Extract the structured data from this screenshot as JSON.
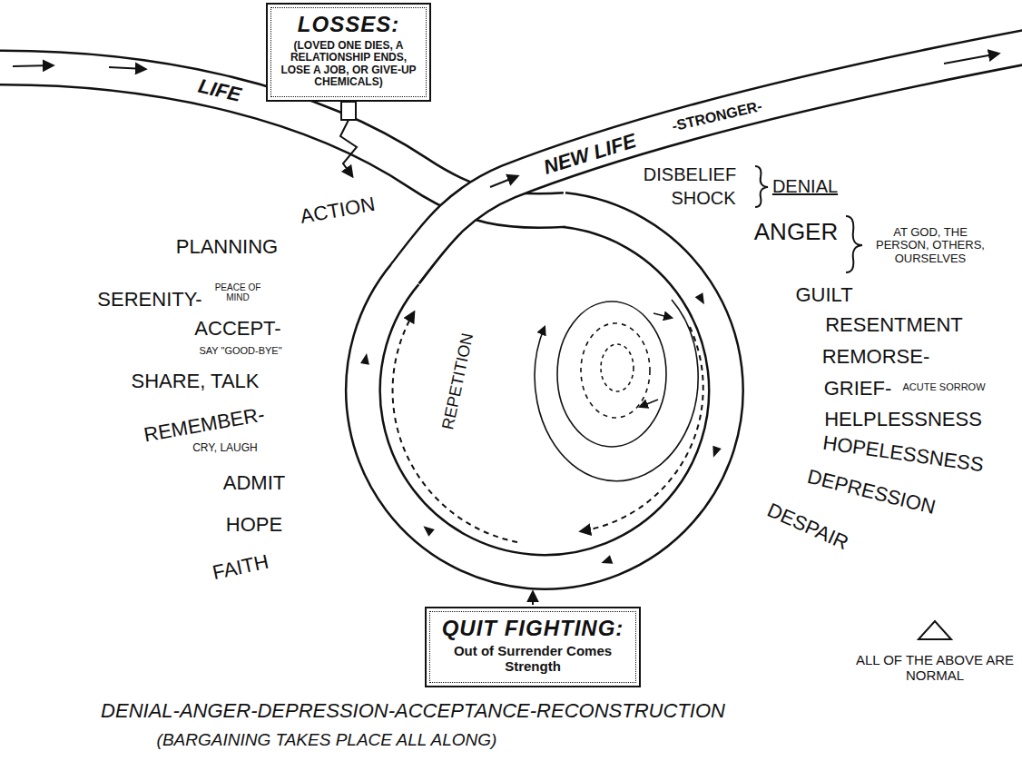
{
  "diagram": {
    "nodes": [
      {
        "text": [
          "LOSSES:",
          "(LOVED ONE DIES, A RELATIONSHIP ENDS, LOSE A JOB, OR GIVE-UP CHEMICALS)"
        ]
      },
      {
        "text": [
          "QUIT FIGHTING:",
          "Out of Surrender Comes Strength"
        ]
      }
    ],
    "labels": [
      "LIFE",
      "NEW LIFE",
      "-STRONGER-",
      "DISBELIEF",
      "SHOCK",
      "DENIAL",
      "ANGER",
      "AT GOD, THE PERSON, OTHERS, OURSELVES",
      "GUILT",
      "RESENTMENT",
      "REMORSE-",
      "GRIEF-",
      "ACUTE SORROW",
      "HELPLESSNESS",
      "HOPELESSNESS",
      "DEPRESSION",
      "DESPAIR",
      "ACTION",
      "PLANNING",
      "SERENITY-",
      "PEACE OF MIND",
      "ACCEPT-",
      "SAY \"GOOD-BYE\"",
      "SHARE, TALK",
      "REMEMBER-",
      "CRY, LAUGH",
      "ADMIT",
      "HOPE",
      "FAITH",
      "REPETITION",
      "ALL OF THE ABOVE ARE NORMAL",
      "DENIAL-ANGER-DEPRESSION-ACCEPTANCE-RECONSTRUCTION",
      "(BARGAINING TAKES PLACE ALL ALONG)"
    ]
  }
}
